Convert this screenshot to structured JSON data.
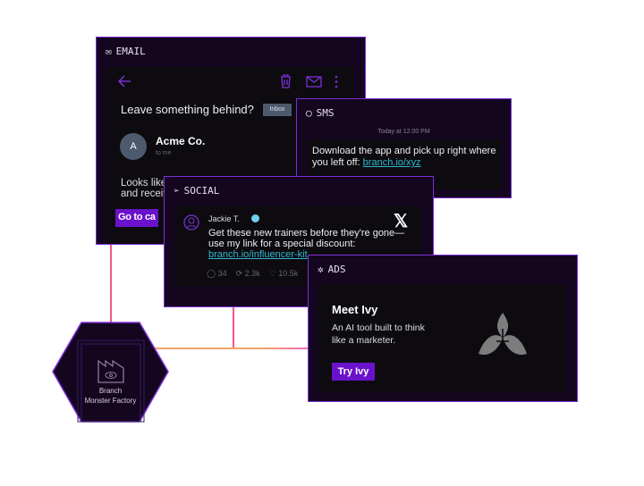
{
  "email": {
    "header": "EMAIL",
    "subject": "Leave something behind?",
    "badge": "Inbox",
    "avatar_initial": "A",
    "sender": "Acme Co.",
    "recipient": "to me",
    "body_line1": "Looks like",
    "body_line2": "and receiv",
    "cta": "Go to ca",
    "icons": [
      "back-arrow",
      "trash",
      "mail",
      "more-vertical"
    ]
  },
  "sms": {
    "header": "SMS",
    "timestamp": "Today at 12:00 PM",
    "message": "Download the app and pick up right where you left off: ",
    "link": "branch.io/xyz"
  },
  "social": {
    "header": "SOCIAL",
    "author": "Jackie T.",
    "text": "Get these new trainers before they're gone—use my link for a special discount:",
    "link": "branch.io/influencer-kit",
    "replies": "34",
    "reposts": "2.3k",
    "likes": "10.5k"
  },
  "ads": {
    "header": "ADS",
    "title": "Meet Ivy",
    "description": "An AI tool built to think like a marketer.",
    "cta": "Try Ivy"
  },
  "factory": {
    "label_line1": "Branch",
    "label_line2": "Monster Factory"
  },
  "colors": {
    "accent": "#6a11cb",
    "border": "#7b2fd8",
    "card_bg": "#14061f",
    "link": "#2fb8d0",
    "connector_pink": "#f05a7e",
    "connector_orange": "#f9a46b"
  }
}
